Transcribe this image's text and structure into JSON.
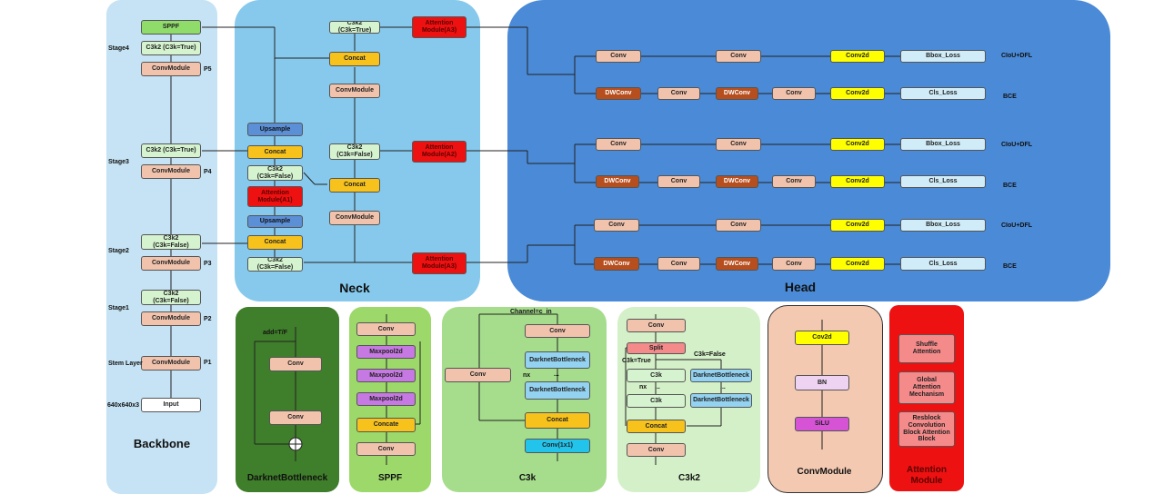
{
  "colors": {
    "backbone": "#c5e3f4",
    "neck": "#86c9ec",
    "head": "#4a8ad6",
    "darknet": "#3f7e2a",
    "sppf": "#9cd86a",
    "c3k": "#a6dd8c",
    "c3k2": "#d4f0c8",
    "convmodule": "#f3c9b2",
    "attention": "#ee1111"
  },
  "titles": {
    "backbone": "Backbone",
    "neck": "Neck",
    "head": "Head",
    "darknet": "DarknetBottleneck",
    "sppf": "SPPF",
    "c3k": "C3k",
    "c3k2": "C3k2",
    "convmodule": "ConvModule",
    "attention": "Attention\nModule"
  },
  "backbone": {
    "sppf": "SPPF",
    "stage4_c3k2": "C3k2 (C3k=True)",
    "stage4_conv": "ConvModule",
    "p5": "P5",
    "stage3_c3k2": "C3k2 (C3k=True)",
    "stage3_conv": "ConvModule",
    "p4": "P4",
    "stage2_c3k2": "C3k2\n(C3k=False)",
    "stage2_conv": "ConvModule",
    "p3": "P3",
    "stage1_c3k2": "C3k2\n(C3k=False)",
    "stage1_conv": "ConvModule",
    "p2": "P2",
    "stem_conv": "ConvModule",
    "p1": "P1",
    "input": "Input",
    "stage4": "Stage4",
    "stage3": "Stage3",
    "stage2": "Stage2",
    "stage1": "Stage1",
    "stem": "Stem Layer",
    "input_size": "640x640x3"
  },
  "neck": {
    "upsample1": "Upsample",
    "concat1": "Concat",
    "c3k2_1": "C3k2\n(C3k=False)",
    "attn1": "Attention\nModule(A1)",
    "upsample2": "Upsample",
    "concat2": "Concat",
    "c3k2_2": "C3k2\n(C3k=False)",
    "c3k2_top": "C3k2 (C3k=True)",
    "attn_top": "Attention\nModule(A3)",
    "concat_top": "Concat",
    "conv_top": "ConvModule",
    "c3k2_mid": "C3k2\n(C3k=False)",
    "attn_mid": "Attention\nModule(A2)",
    "concat_mid": "Concat",
    "conv_mid": "ConvModule",
    "attn_bot": "Attention\nModule(A3)"
  },
  "head": {
    "rows": [
      {
        "a": "Conv",
        "b": "Conv",
        "c": "Conv2d",
        "d": "Bbox_Loss",
        "e": "CIoU+DFL"
      },
      {
        "a": "DWConv",
        "b": "Conv",
        "c": "DWConv",
        "d": "Conv",
        "f": "Conv2d",
        "g": "Cls_Loss",
        "e": "BCE"
      },
      {
        "a": "Conv",
        "b": "Conv",
        "c": "Conv2d",
        "d": "Bbox_Loss",
        "e": "CIoU+DFL"
      },
      {
        "a": "DWConv",
        "b": "Conv",
        "c": "DWConv",
        "d": "Conv",
        "f": "Conv2d",
        "g": "Cls_Loss",
        "e": "BCE"
      },
      {
        "a": "Conv",
        "b": "Conv",
        "c": "Conv2d",
        "d": "Bbox_Loss",
        "e": "CIoU+DFL"
      },
      {
        "a": "DWConv",
        "b": "Conv",
        "c": "DWConv",
        "d": "Conv",
        "f": "Conv2d",
        "g": "Cls_Loss",
        "e": "BCE"
      }
    ]
  },
  "darknet": {
    "add": "add=T/F",
    "conv1": "Conv",
    "conv2": "Conv"
  },
  "sppf": {
    "conv1": "Conv",
    "pool1": "Maxpool2d",
    "pool2": "Maxpool2d",
    "pool3": "Maxpool2d",
    "concat": "Concate",
    "conv2": "Conv"
  },
  "c3k": {
    "channel": "Channel=c_in",
    "conv_top": "Conv",
    "conv_side": "Conv",
    "db1": "DarknetBottleneck",
    "dots": "...",
    "nx": "nx",
    "db2": "DarknetBottleneck",
    "concat": "Concat",
    "conv_out": "Conv(1x1)"
  },
  "c3k2": {
    "conv_top": "Conv",
    "split": "Split",
    "true_label": "C3k=True",
    "false_label": "C3k=False",
    "c3k1": "C3k",
    "c3k2": "C3k",
    "db1": "DarknetBottleneck",
    "db2": "DarknetBottleneck",
    "nx": "nx",
    "dots1": "...",
    "dots2": "...",
    "concat": "Concat",
    "conv_out": "Conv"
  },
  "convmodule": {
    "conv2d": "Cov2d",
    "bn": "BN",
    "silu": "SiLU"
  },
  "attention": {
    "shuffle": "Shuffle\nAttention",
    "global": "Global\nAttention\nMechanism",
    "resblock": "Resblock\nConvolution\nBlock Attention\nBlock"
  }
}
